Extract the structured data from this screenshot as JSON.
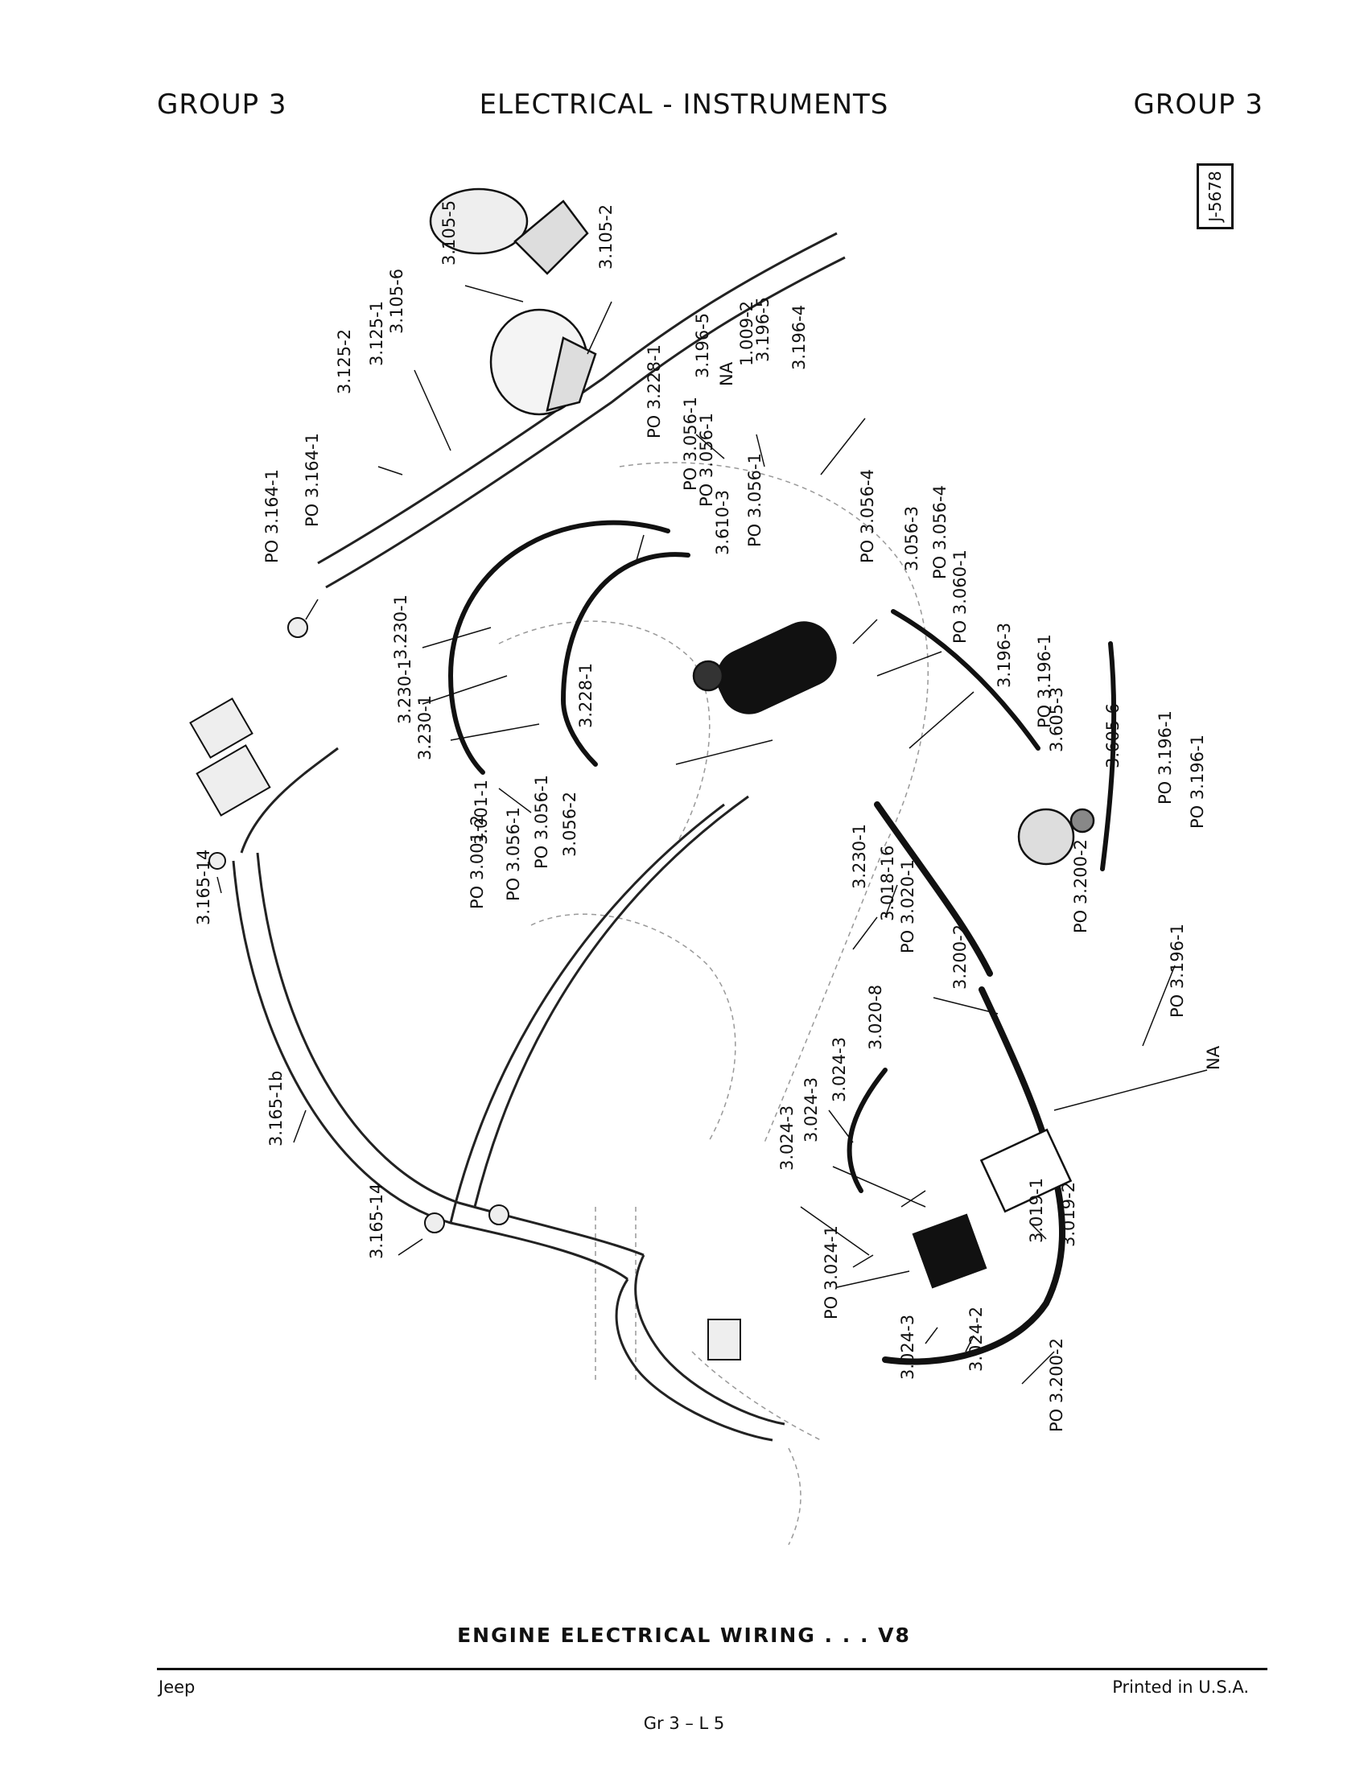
{
  "header": {
    "left": "GROUP 3",
    "center": "ELECTRICAL - INSTRUMENTS",
    "right": "GROUP 3",
    "ref": "J-5678"
  },
  "caption": "ENGINE ELECTRICAL WIRING . . . V8",
  "footer": {
    "left": "Jeep",
    "center": "Gr 3 – L 5",
    "right": "Printed in U.S.A."
  },
  "labels": [
    "3.105-5",
    "3.105-2",
    "3.105-6",
    "3.125-1",
    "3.125-2",
    "3.196-5",
    "NA",
    "1.009-2",
    "3.196-5",
    "3.196-4",
    "PO 3.228-1",
    "PO 3.056-1",
    "PO 3.056-1",
    "3.610-3",
    "PO 3.056-1",
    "PO 3.164-1",
    "PO 3.164-1",
    "PO 3.056-4",
    "3.056-3",
    "PO 3.056-4",
    "PO 3.060-1",
    "3.196-3",
    "PO 3.196-1",
    "3.230-1",
    "3.230-1",
    "3.230-1",
    "3.228-1",
    "3.001-1",
    "PO 3.001-2",
    "PO 3.056-1",
    "PO 3.056-1",
    "3.056-2",
    "3.230-1",
    "3.605-3",
    "3.605-6",
    "PO 3.196-1",
    "PO 3.196-1",
    "3.018-16",
    "PO 3.020-1",
    "3.200-2",
    "PO 3.200-2",
    "PO 3.196-1",
    "NA",
    "3.020-8",
    "3.024-3",
    "3.024-3",
    "3.024-3",
    "3.019-1",
    "3.019-2",
    "PO 3.024-1",
    "3.024-3",
    "3.024-2",
    "PO 3.200-2",
    "3.165-14",
    "3.165-1b",
    "3.165-14"
  ]
}
